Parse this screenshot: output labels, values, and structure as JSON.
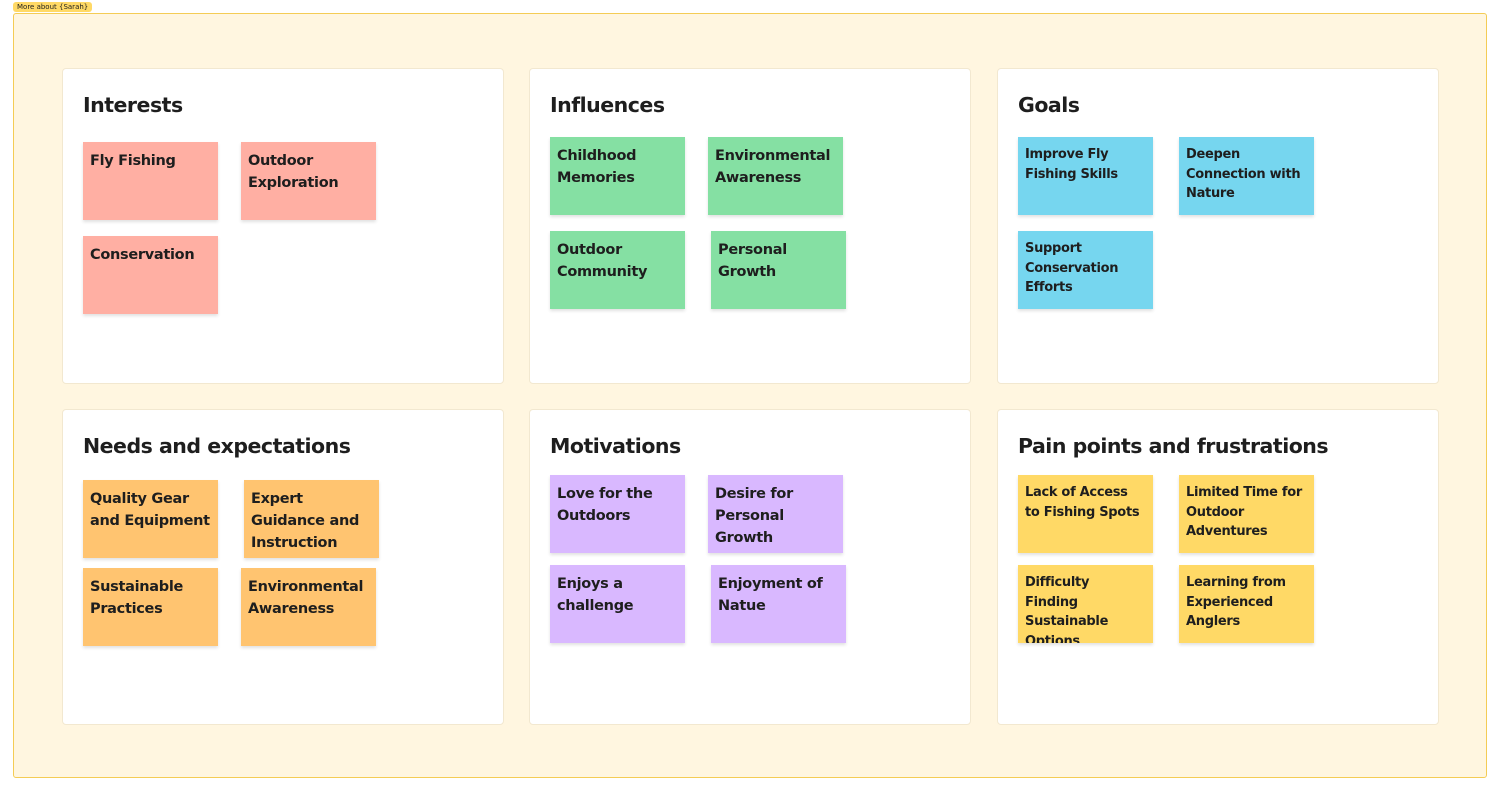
{
  "frame": {
    "label": "More about {Sarah}"
  },
  "colors": {
    "frame_bg": "#FFF6E0",
    "frame_border": "#F4CC55",
    "label_bg": "#FFD966",
    "sticky_red": "#FFAFA3",
    "sticky_green": "#85E0A3",
    "sticky_blue": "#80CAFF",
    "sticky_orange": "#FFC470",
    "sticky_violet": "#D9B8FF",
    "sticky_yellow": "#FFD966"
  },
  "cards": [
    {
      "title": "Interests",
      "stickies": [
        "Fly Fishing",
        "Outdoor Exploration",
        "Conservation"
      ]
    },
    {
      "title": "Influences",
      "stickies": [
        "Childhood Memories",
        "Environmental Awareness",
        "Outdoor Community",
        "Personal Growth"
      ]
    },
    {
      "title": "Goals",
      "stickies": [
        "Improve Fly Fishing Skills",
        "Deepen Connection with Nature",
        "Support Conservation Efforts"
      ]
    },
    {
      "title": "Needs and expectations",
      "stickies": [
        "Quality Gear and Equipment",
        "Expert Guidance and Instruction",
        "Sustainable Practices",
        "Environmental Awareness"
      ]
    },
    {
      "title": "Motivations",
      "stickies": [
        "Love for the Outdoors",
        "Desire for Personal Growth",
        "Enjoys a challenge",
        "Enjoyment of Natue"
      ]
    },
    {
      "title": "Pain points and frustrations",
      "stickies": [
        "Lack of Access to Fishing Spots",
        "Limited Time for Outdoor Adventures",
        "Difficulty Finding Sustainable Options",
        "Learning from Experienced Anglers"
      ]
    }
  ]
}
